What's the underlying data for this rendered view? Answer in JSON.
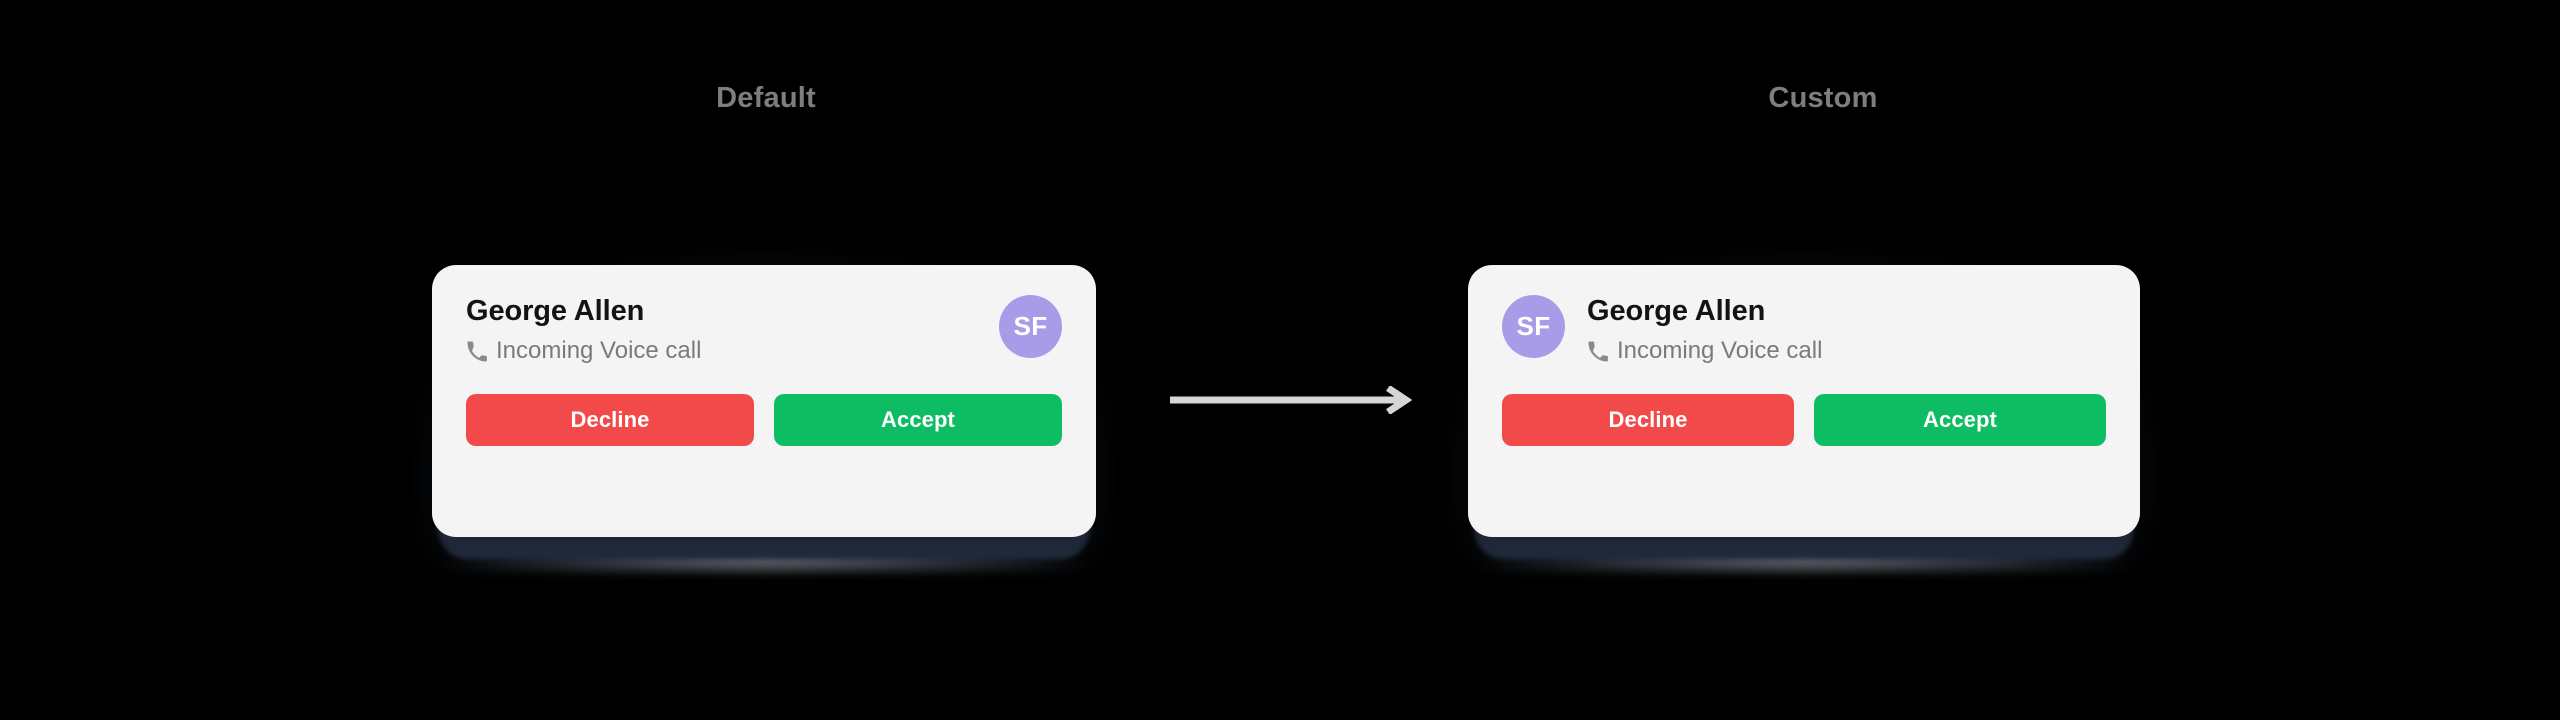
{
  "page": {
    "background_color": "#000000"
  },
  "columns": [
    {
      "id": "default",
      "heading": "Default",
      "avatar_position": "right"
    },
    {
      "id": "custom",
      "heading": "Custom",
      "avatar_position": "left"
    }
  ],
  "notification": {
    "caller_name": "George Allen",
    "call_status": "Incoming Voice call",
    "status_icon": "phone-icon",
    "avatar": {
      "initials": "SF",
      "background_color": "#A89CE9",
      "text_color": "#FFFFFF"
    },
    "buttons": {
      "decline_label": "Decline",
      "decline_color": "#F24A4A",
      "accept_label": "Accept",
      "accept_color": "#0EBC63"
    },
    "card_background": "#F4F4F4",
    "name_color": "#131313",
    "status_color": "#7A7A7A"
  },
  "arrow": {
    "direction": "right",
    "color": "#D6D6D6",
    "icon": "arrow-right-icon"
  },
  "heading_color": "#7E7E7E"
}
